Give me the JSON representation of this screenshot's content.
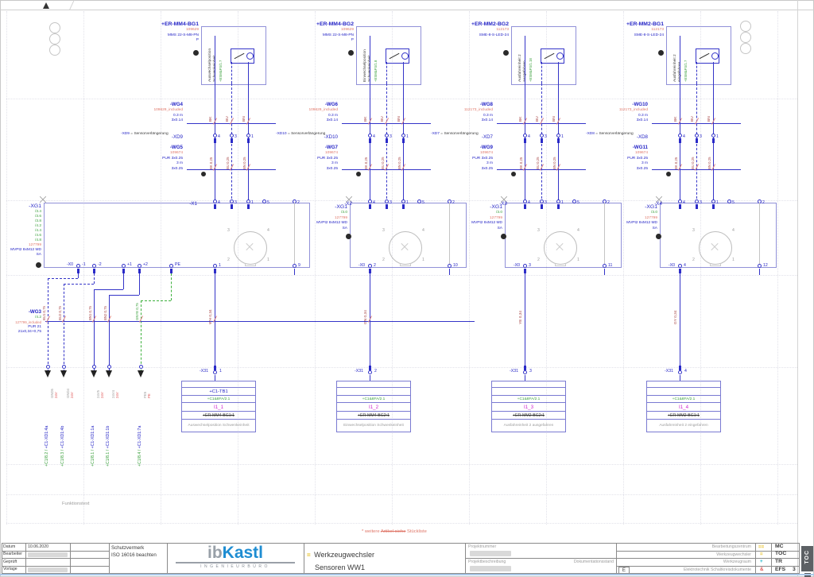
{
  "labels": {
    "eq": "=",
    "sensorverlaengerung": "Sensorverlängerung",
    "funktionstext": "Funktionstext",
    "note_pre": "* weitere ",
    "note_struck": "Artikel siehe",
    "note_post": " Stückliste",
    "x0_name": "-X0",
    "face": [
      "3",
      "4",
      "2",
      "1"
    ]
  },
  "colors": {
    "wire_blue": "#3434c8",
    "label_blue": "#2424c6",
    "part_orange": "#e0786a",
    "ref_green": "#3aa03c",
    "tag_red": "#a84848",
    "signal_magenta": "#cf1fcf",
    "gnye_green": "#3cb03c",
    "logo_blue": "#1e8dd2"
  },
  "xg1_left": {
    "name": "-XG1",
    "refs": [
      "/3.4",
      "/3.6",
      "/3.8",
      "/4.2",
      "/4.4",
      "/4.6",
      "/4.8"
    ],
    "part": "127799",
    "type": "MVPt2 8xM12 MD",
    "sa": "SA"
  },
  "x0_pins": [
    "-1",
    "-2",
    "+1",
    "+2",
    "PE"
  ],
  "wg3": {
    "name": "-WG3",
    "ref": "/4.2",
    "part": "127799_included",
    "type": "PUR 21",
    "spec": "21x0,34+0,75",
    "tags": [
      "BU1 0,75",
      "BU2 0,75",
      "BN1 0,75",
      "BN2 0,75",
      "GNYE 0,75"
    ]
  },
  "drops": [
    {
      "ref": "+C1/8.2 / ",
      "target": "+C1-XD1:4a",
      "code": "GND5",
      "code2": "24V"
    },
    {
      "ref": "+C1/8.3 / ",
      "target": "+C1-XD1:4b",
      "code": "GND4",
      "code2": "24V"
    },
    {
      "ref": "+C1/8.1 / ",
      "target": "+C1-XD1:1a",
      "code": "24V5",
      "code2": "24V"
    },
    {
      "ref": "+C1/8.1 / ",
      "target": "+C1-XD1:1b",
      "code": "24V4",
      "code2": "24V"
    },
    {
      "ref": "+C1/8.4 / ",
      "target": "+C1-XD1:7a",
      "code": "PE5",
      "code2": "PE"
    }
  ],
  "groups": [
    {
      "device": "+ER-MM4-BG1",
      "part": "109629",
      "type1": "MMS 22-S-M8-PN",
      "type2": "P",
      "fn1": "Auswechselposition",
      "fn2": "Schwenkeinheit",
      "xref": "+ESM&FS/1.7",
      "wgA": {
        "name": "-WG4",
        "part": "109629_included",
        "len": "0.3 m",
        "spec": "3x0.14"
      },
      "tagsA": [
        "BK",
        "BU",
        "BN"
      ],
      "xd": "-XD9",
      "xd_pins": [
        "4",
        "3",
        "1"
      ],
      "wgB": {
        "name": "-WG5",
        "part": "109674",
        "type": "PUR 3x0.25",
        "len": "3 m",
        "spec": "3x0.25"
      },
      "tagsB": [
        "BK 0,25",
        "BU 0,25",
        "BN 0,25"
      ],
      "xg": {
        "name": "",
        "ref": "",
        "part": "",
        "type": "",
        "sa": ""
      },
      "plug": "-X1",
      "pins_top": [
        "4",
        "3",
        "1",
        "5",
        "2"
      ],
      "x0_label": "",
      "pin_bottom": "1",
      "pin_right": "9",
      "wire_tag": "WH 0,34",
      "x31": "-X31",
      "x31_pin": "1",
      "tb": {
        "name": "+C1-TB1",
        "ref": "+C1&8FA/2.1",
        "signal": "I1_1",
        "target": "+ER-MM4-BG1:1",
        "text": "Auswechselposition Schwenkeinheit"
      }
    },
    {
      "device": "+ER-MM4-BG2",
      "part": "109629",
      "type1": "MMS 22-S-M8-PN",
      "type2": "P",
      "fn1": "Einwechselposition",
      "fn2": "Schwenkeinheit",
      "xref": "+ESM&FS/1.8",
      "wgA": {
        "name": "-WG6",
        "part": "109629_included",
        "len": "0.3 m",
        "spec": "3x0.14"
      },
      "tagsA": [
        "BK",
        "BU",
        "BN"
      ],
      "xd": "-XD10",
      "xd_pins": [
        "4",
        "3",
        "1"
      ],
      "wgB": {
        "name": "-WG7",
        "part": "109674",
        "type": "PUR 3x0.25",
        "len": "3 m",
        "spec": "3x0.25"
      },
      "tagsB": [
        "BK 0,25",
        "BU 0,25",
        "BN 0,25"
      ],
      "xg": {
        "name": "-XG1",
        "ref": "/3.0",
        "part": "127799",
        "type": "MVPt2 8xM12 MD",
        "sa": "SA"
      },
      "plug": "-X2",
      "pins_top": [
        "4",
        "3",
        "1",
        "5",
        "2"
      ],
      "x0_label": "-X0",
      "pin_bottom": "2",
      "pin_right": "10",
      "wire_tag": "GN 0,34",
      "x31": "-X31",
      "x31_pin": "2",
      "tb": {
        "name": "",
        "ref": "+C1&8FA/2.1",
        "signal": "I1_2",
        "target": "+ER-MM4-BG2:1",
        "text": "Einwechselposition Schwenkeinheit"
      }
    },
    {
      "device": "+ER-MM2-BG2",
      "part": "112173",
      "type1": "SME-8-S-LED-24",
      "type2": "",
      "fn1": "Ausfahreinheit 2",
      "fn2": "ausgefahren",
      "xref": "+ESM&FS/1.18",
      "wgA": {
        "name": "-WG8",
        "part": "112173_included",
        "len": "0.3 m",
        "spec": "3x0.14"
      },
      "tagsA": [
        "BK",
        "BU",
        "BN"
      ],
      "xd": "-XD7",
      "xd_pins": [
        "4",
        "3",
        "1"
      ],
      "wgB": {
        "name": "-WG9",
        "part": "109674",
        "type": "PUR 3x0.25",
        "len": "3 m",
        "spec": "3x0.25"
      },
      "tagsB": [
        "BK 0,25",
        "BU 0,25",
        "BN 0,25"
      ],
      "xg": {
        "name": "-XG1",
        "ref": "/3.0",
        "part": "127799",
        "type": "MVPt2 8xM12 MD",
        "sa": "SA"
      },
      "plug": "-X3",
      "pins_top": [
        "4",
        "3",
        "1",
        "5",
        "2"
      ],
      "x0_label": "-X0",
      "pin_bottom": "3",
      "pin_right": "11",
      "wire_tag": "YE 0,34",
      "x31": "-X31",
      "x31_pin": "3",
      "tb": {
        "name": "",
        "ref": "+C1&8FA/2.1",
        "signal": "I1_3",
        "target": "+ER-MM2-BG2:1",
        "text": "Ausfahreinheit 2 ausgefahren"
      }
    },
    {
      "device": "+ER-MM2-BG1",
      "part": "112173",
      "type1": "SME-8-S-LED-24",
      "type2": "",
      "fn1": "Ausfahreinheit 2",
      "fn2": "eingefahren",
      "xref": "+ESM&FS/1.7",
      "wgA": {
        "name": "-WG10",
        "part": "112173_included",
        "len": "0.3 m",
        "spec": "3x0.14"
      },
      "tagsA": [
        "BK",
        "BU",
        "BN"
      ],
      "xd": "-XD8",
      "xd_pins": [
        "4",
        "3",
        "1"
      ],
      "wgB": {
        "name": "-WG11",
        "part": "109674",
        "type": "PUR 3x0.25",
        "len": "3 m",
        "spec": "3x0.25"
      },
      "tagsB": [
        "BK 0,25",
        "BU 0,25",
        "BN 0,25"
      ],
      "xg": {
        "name": "-XG1",
        "ref": "/3.0",
        "part": "127799",
        "type": "MVPt2 8xM12 MD",
        "sa": "SA"
      },
      "plug": "-X4",
      "pins_top": [
        "4",
        "3",
        "1",
        "5",
        "2"
      ],
      "x0_label": "-X0",
      "pin_bottom": "4",
      "pin_right": "12",
      "wire_tag": "GY 0,34",
      "x31": "-X31",
      "x31_pin": "4",
      "tb": {
        "name": "",
        "ref": "+C1&8FA/2.1",
        "signal": "I1_4",
        "target": "+ER-MM2-BG1:1",
        "text": "Ausfahreinheit 2 eingefahren"
      }
    }
  ],
  "titleblock": {
    "left_rows": [
      {
        "label": "Datum",
        "value": "10.06.2020"
      },
      {
        "label": "Bearbeiter",
        "value": ""
      },
      {
        "label": "Geprüft",
        "value": ""
      },
      {
        "label": "Vorlage",
        "value": ""
      }
    ],
    "schutz1": "Schutzvermerk",
    "schutz2": "ISO 16016 beachten",
    "logo_ib": "ib",
    "logo_kastl": "Kastl",
    "logo_sub": "INGENIEURBÜRO",
    "eq": "=",
    "plant1": "Werkzeugwechsler",
    "plant2": "Sensoren WW1",
    "projektnummer": "Projektnummer",
    "projektbeschreibung": "Projektbeschreibung",
    "dokustand": "Dokumentationsstand",
    "right_rows": [
      {
        "label": "Bearbeitungszentrum",
        "sym": "==",
        "code": "MC"
      },
      {
        "label": "Werkzeugwechsler",
        "sym": "=",
        "code": "TOC"
      },
      {
        "label": "Werkzeugraum",
        "sym": "+",
        "code": "TR"
      },
      {
        "label": "Elektrotechnik Schaltkreisdokumente",
        "sym": "&",
        "code": "EFS"
      }
    ],
    "e_cell": "E",
    "page": "3",
    "toc": "TOC"
  }
}
